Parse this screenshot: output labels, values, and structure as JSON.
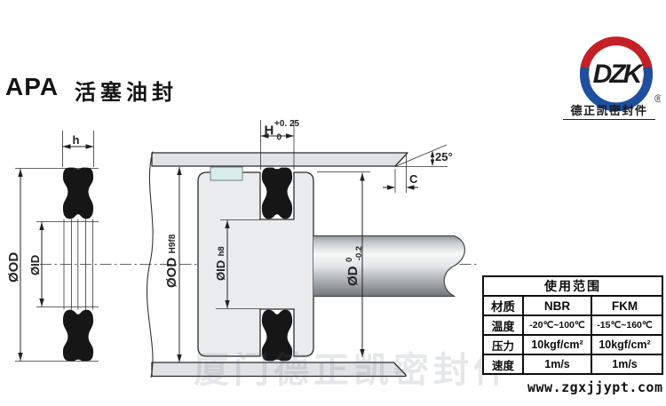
{
  "title": {
    "code": "APA",
    "name": "活塞油封"
  },
  "logo": {
    "monogram": "DZK",
    "registered": "®",
    "caption": "德正凯密封件",
    "ring_red": "#c32127",
    "ring_blue": "#1d4f9e"
  },
  "drawing": {
    "left_view": {
      "dim_h": "h",
      "dim_od": "ØOD",
      "dim_id": "ØID"
    },
    "main_view": {
      "dim_H_main": "H",
      "dim_H_sup": "+0. 25",
      "dim_H_sub": "0",
      "dim_angle": "25°",
      "dim_chamfer": "C",
      "dim_od_main": "ØOD",
      "dim_od_suffix": "H9f8",
      "dim_id_main": "ØID",
      "dim_id_suffix": "h8",
      "dim_rod_main": "ØD",
      "dim_rod_sup": "0",
      "dim_rod_sub": "-0.2"
    },
    "colors": {
      "seal": "#161616",
      "metal": "#e6e8ea",
      "guide_ring": "#d9ece7"
    }
  },
  "table": {
    "title": "使用范围",
    "rows": [
      [
        "材质",
        "NBR",
        "FKM"
      ],
      [
        "温度",
        "-20℃~100℃",
        "-15℃~160℃"
      ],
      [
        "压力",
        "10kgf/cm²",
        "10kgf/cm²"
      ],
      [
        "速度",
        "1m/s",
        "1m/s"
      ]
    ]
  },
  "watermark": "厦门德正凯密封件",
  "footer_url": "www.zgxjjypt.com"
}
